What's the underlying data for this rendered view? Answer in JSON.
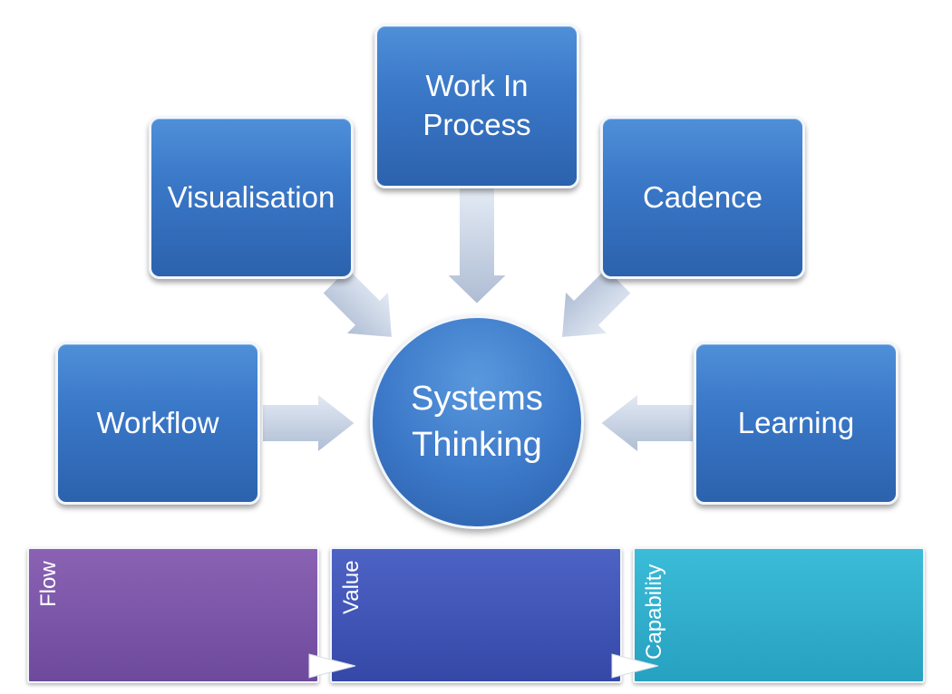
{
  "nodes": {
    "visualisation": "Visualisation",
    "work_in_process_line1": "Work In",
    "work_in_process_line2": "Process",
    "cadence": "Cadence",
    "workflow": "Workflow",
    "learning": "Learning"
  },
  "center": {
    "line1": "Systems",
    "line2": "Thinking"
  },
  "bands": {
    "flow": "Flow",
    "value": "Value",
    "capability": "Capability"
  },
  "colors": {
    "node_blue": "#3a78c8",
    "arrow_fill": "#c4d0e2",
    "band_flow": "#7a55a8",
    "band_value": "#3f55b8",
    "band_capability": "#30aecb"
  }
}
